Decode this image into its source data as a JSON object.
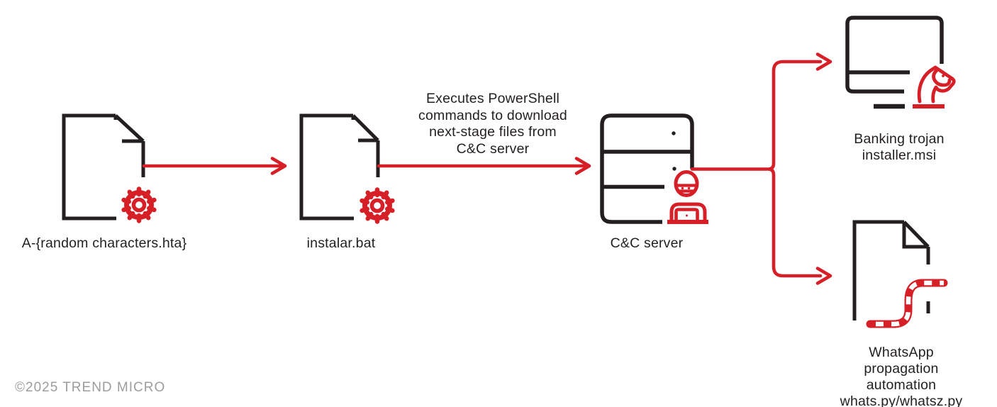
{
  "colors": {
    "red": "#d71f27",
    "ink": "#231f20",
    "gray": "#9e9d9d"
  },
  "footer": {
    "copyright": "©2025 TREND MICRO"
  },
  "flow": {
    "annotation": "Executes PowerShell\ncommands to download\nnext-stage files from\nC&C server",
    "nodes": [
      {
        "id": "hta",
        "label": "A-{random characters.hta}",
        "icon": "document-gear-icon"
      },
      {
        "id": "bat",
        "label": "instalar.bat",
        "icon": "document-gear-icon"
      },
      {
        "id": "cc",
        "label": "C&C server",
        "icon": "server-attacker-icon"
      },
      {
        "id": "trojan",
        "label": "Banking trojan\ninstaller.msi",
        "icon": "computer-trojan-horse-icon"
      },
      {
        "id": "worm",
        "label": "WhatsApp\npropagation automation\nwhats.py/whatsz.py",
        "icon": "document-worm-icon"
      }
    ]
  }
}
